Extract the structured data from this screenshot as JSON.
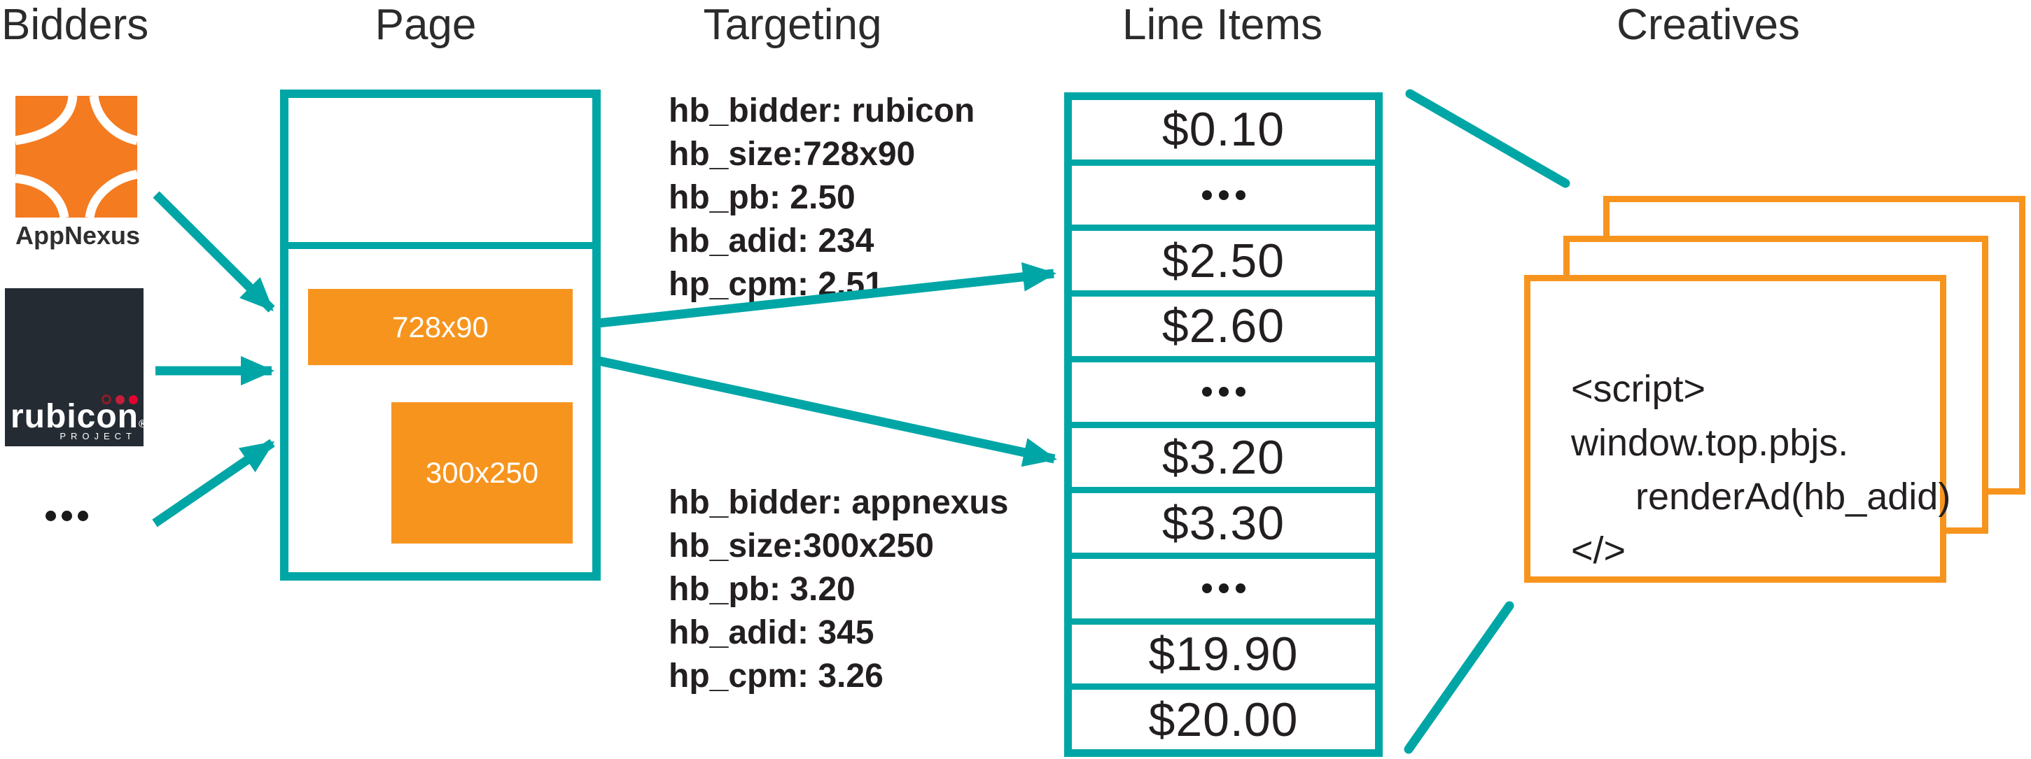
{
  "colors": {
    "teal": "#00A6A6",
    "orange": "#F7941E",
    "appnexus_orange": "#F47B20",
    "rubicon_bg": "#242B33",
    "text": "#231F20",
    "red": "#E4032E"
  },
  "headers": {
    "bidders": "Bidders",
    "page": "Page",
    "targeting": "Targeting",
    "line_items": "Line Items",
    "creatives": "Creatives"
  },
  "bidders": {
    "appnexus_label": "AppNexus",
    "rubicon_name": "rubicon",
    "rubicon_reg": "®",
    "rubicon_sub": "PROJECT"
  },
  "page": {
    "slot1_label": "728x90",
    "slot2_label": "300x250"
  },
  "targeting": {
    "block1": {
      "lines": [
        "hb_bidder: rubicon",
        "hb_size:728x90",
        "hb_pb: 2.50",
        "hb_adid: 234",
        "hp_cpm: 2.51"
      ]
    },
    "block2": {
      "lines": [
        "hb_bidder: appnexus",
        "hb_size:300x250",
        "hb_pb: 3.20",
        "hb_adid: 345",
        "hp_cpm: 3.26"
      ]
    }
  },
  "line_items": {
    "rows": [
      {
        "type": "price",
        "label": "$0.10"
      },
      {
        "type": "dots",
        "label": ""
      },
      {
        "type": "price",
        "label": "$2.50"
      },
      {
        "type": "price",
        "label": "$2.60"
      },
      {
        "type": "dots",
        "label": ""
      },
      {
        "type": "price",
        "label": "$3.20"
      },
      {
        "type": "price",
        "label": "$3.30"
      },
      {
        "type": "dots",
        "label": ""
      },
      {
        "type": "price",
        "label": "$19.90"
      },
      {
        "type": "price",
        "label": "$20.00"
      }
    ]
  },
  "creatives": {
    "code_lines": [
      {
        "text": "<script>",
        "style": ""
      },
      {
        "text": "window.top.pbjs.",
        "style": ""
      },
      {
        "text": "renderAd(hb_adid)",
        "style": "indent"
      },
      {
        "text": "</>",
        "style": ""
      }
    ]
  }
}
